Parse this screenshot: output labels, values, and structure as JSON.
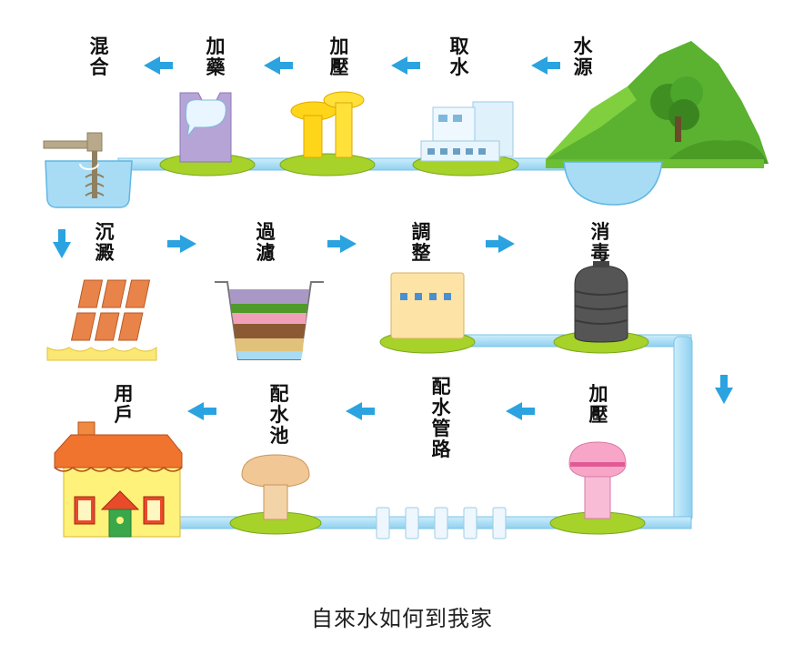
{
  "steps": {
    "water_source": [
      "水",
      "源"
    ],
    "intake": [
      "取",
      "水"
    ],
    "pressurize_1": [
      "加",
      "壓"
    ],
    "add_chemicals": [
      "加",
      "藥"
    ],
    "mixing": [
      "混",
      "合"
    ],
    "sedimentation": [
      "沉",
      "澱"
    ],
    "filtration": [
      "過",
      "濾"
    ],
    "adjustment": [
      "調",
      "整"
    ],
    "disinfection": [
      "消",
      "毒"
    ],
    "pressurize_2": [
      "加",
      "壓"
    ],
    "distribution_pipe": [
      "配",
      "水",
      "管",
      "路"
    ],
    "reservoir": [
      "配",
      "水",
      "池"
    ],
    "household": [
      "用",
      "戶"
    ]
  },
  "caption": "自來水如何到我家",
  "colors": {
    "water": "#a8dcf5",
    "water_edge": "#5fb7e3",
    "arrow": "#2aa3e0",
    "grass": "#a6d22a",
    "hill": "#5bb130"
  }
}
